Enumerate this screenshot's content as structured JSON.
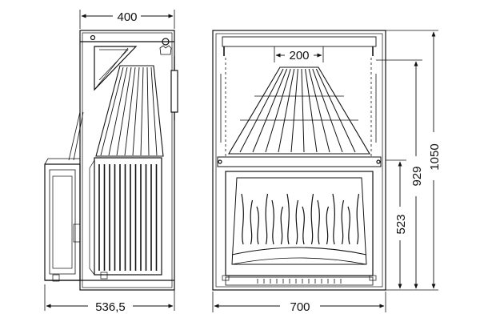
{
  "dimensions": {
    "side_width": "400",
    "side_depth": "536,5",
    "front_width": "700",
    "flue_width": "200",
    "total_height": "1050",
    "hood_height": "929",
    "door_height": "523"
  },
  "colors": {
    "line": "#111111",
    "background": "#ffffff"
  }
}
